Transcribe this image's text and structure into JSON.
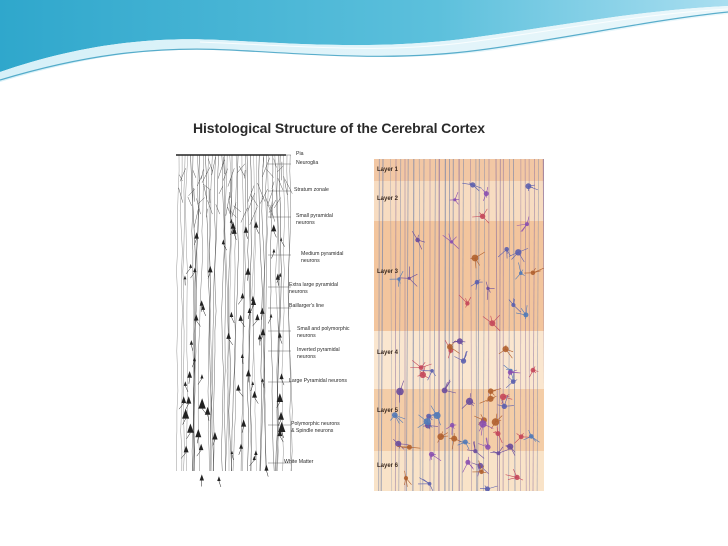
{
  "slide": {
    "theme_colors": {
      "wave_dark": "#3aaed0",
      "wave_light": "#bfe6f2",
      "background": "#ffffff"
    }
  },
  "figure": {
    "title": "Histological Structure of the Cerebral Cortex",
    "structure_labels": [
      "Pia",
      "Neuroglia",
      "Stratum zonale",
      "Small pyramidal\nneurons",
      "Medium pyramidal\nneurons",
      "Extra large pyramidal\nneurons",
      "Baillarger's line",
      "Small and polymorphic\nneurons",
      "Inverted pyramidal\nneurons",
      "Large Pyramidal neurons",
      "Polymorphic neurons\n& Spindle neurons",
      "White Matter"
    ],
    "layer_labels": [
      "Layer 1",
      "Layer 2",
      "Layer 3",
      "Layer 4",
      "Layer 5",
      "Layer 6"
    ],
    "layer_colors": [
      "#f2c7a4",
      "#f7dcc1",
      "#f3c59d",
      "#fae6cf",
      "#f4cda7",
      "#f9e3c8"
    ]
  }
}
